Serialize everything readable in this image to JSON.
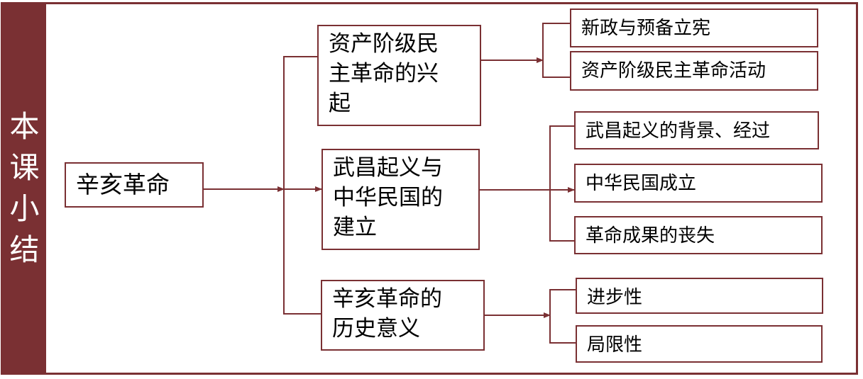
{
  "sidebar": {
    "title_chars": [
      "本",
      "课",
      "小",
      "结"
    ]
  },
  "root": {
    "label": "辛亥革命"
  },
  "branches": [
    {
      "label": "资产阶级民\n主革命的兴\n起",
      "leaves": [
        "新政与预备立宪",
        "资产阶级民主革命活动"
      ]
    },
    {
      "label": "武昌起义与\n中华民国的\n建立",
      "leaves": [
        "武昌起义的背景、经过",
        "中华民国成立",
        "革命成果的丧失"
      ]
    },
    {
      "label": "辛亥革命的\n历史意义",
      "leaves": [
        "进步性",
        "局限性"
      ]
    }
  ],
  "colors": {
    "accent": "#7a3033",
    "background": "#ffffff",
    "text": "#000000"
  }
}
